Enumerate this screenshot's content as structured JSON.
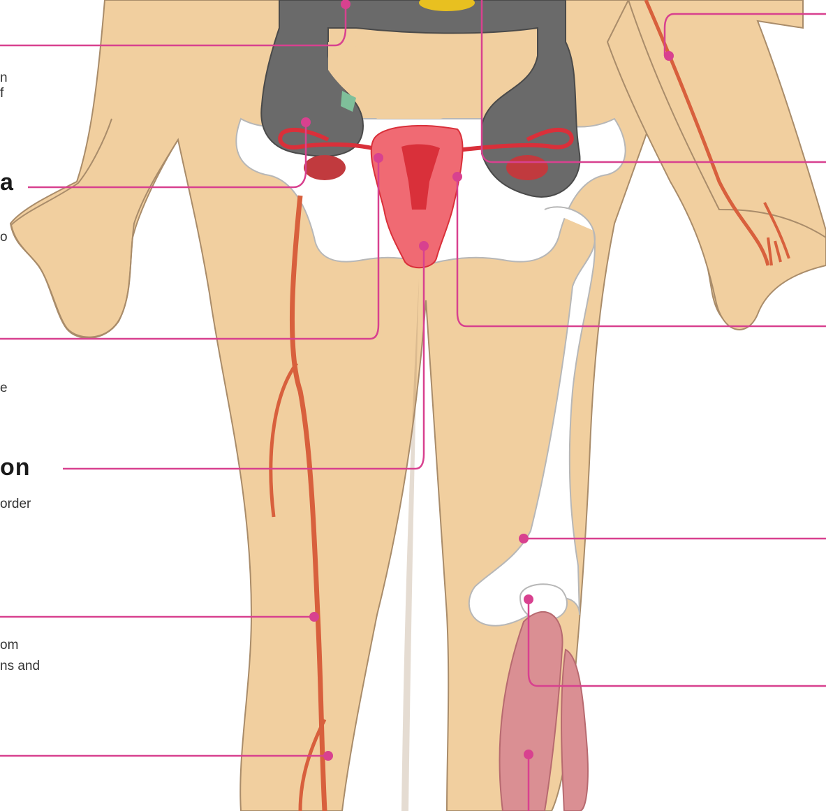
{
  "colors": {
    "skin": "#f1cf9f",
    "skin_outline": "#a98c6a",
    "bone": "#ffffff",
    "bone_outline": "#b7b7b7",
    "colon": "#6a6a6a",
    "colon_outline": "#4a4a4a",
    "uterus": "#f06a73",
    "uterus_dark": "#d9303a",
    "ovary": "#c13a3e",
    "vein": "#d8603d",
    "muscle": "#da8f93",
    "leader": "#d8418f",
    "bladder": "#e8c020",
    "appendix": "#7fbf9a"
  },
  "icons": [
    "leader-dot-icon"
  ],
  "labels": {
    "fragment_top_n": "n",
    "fragment_top_f": "f",
    "heading_a": "a",
    "fragment_mid_1": "o",
    "fragment_mid_2": "e",
    "heading_on": "on",
    "text_order": "order",
    "text_om": "om",
    "text_ns_and": "ns and"
  }
}
